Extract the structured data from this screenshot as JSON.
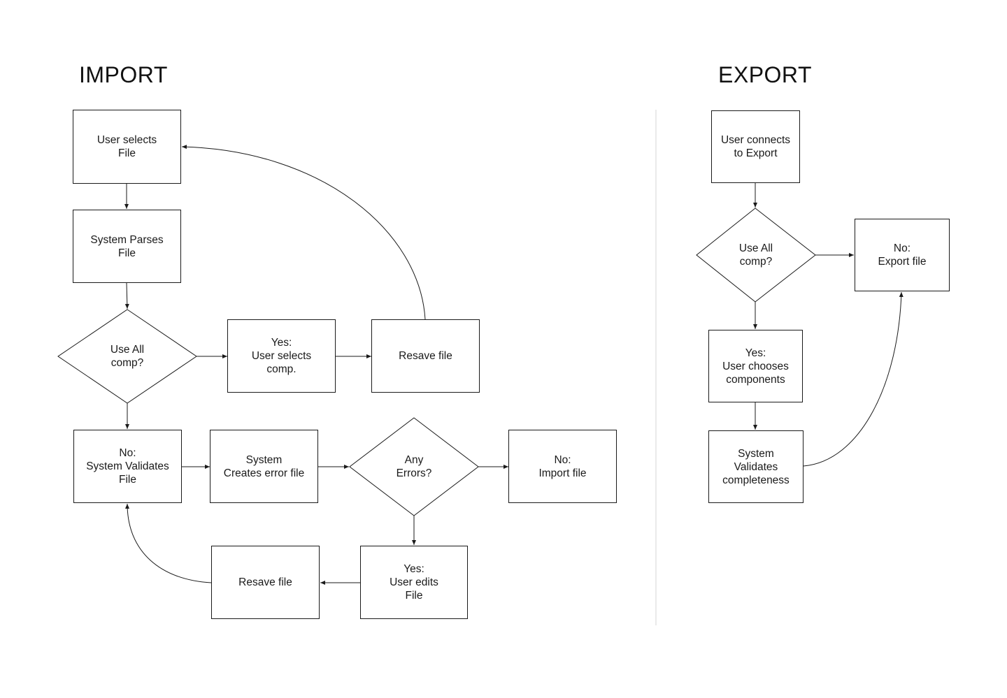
{
  "import": {
    "title": "IMPORT",
    "nodes": {
      "select_file": "User selects\nFile",
      "parse_file": "System Parses\nFile",
      "use_all": "Use All\ncomp?",
      "yes_select_comp": "Yes:\nUser selects\ncomp.",
      "resave_top": "Resave file",
      "no_validate": "No:\nSystem Validates\nFile",
      "error_file": "System\nCreates error file",
      "any_errors": "Any\nErrors?",
      "no_import": "No:\nImport file",
      "resave_bottom": "Resave file",
      "yes_edit": "Yes:\nUser edits\nFile"
    }
  },
  "export": {
    "title": "EXPORT",
    "nodes": {
      "connect": "User connects\nto Export",
      "use_all": "Use All\ncomp?",
      "no_export": "No:\nExport file",
      "yes_choose": "Yes:\nUser chooses\ncomponents",
      "validate": "System\nValidates\ncompleteness"
    }
  },
  "colors": {
    "stroke": "#1a1a1a",
    "divider": "#d6d6d6",
    "background": "#ffffff"
  }
}
